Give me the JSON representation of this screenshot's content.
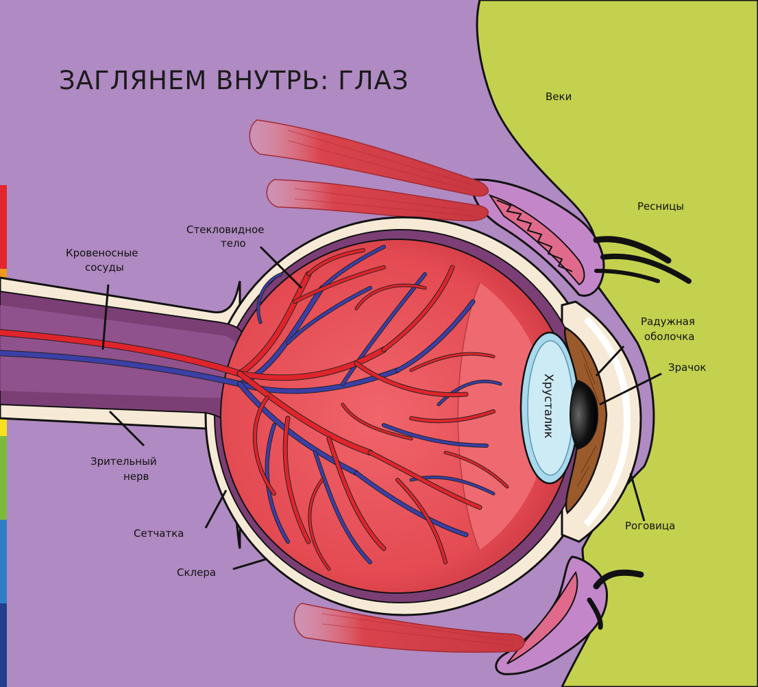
{
  "title": "ЗАГЛЯНЕМ ВНУТРЬ: ГЛАЗ",
  "labels": {
    "eyelids": "Веки",
    "eyelashes": "Ресницы",
    "vitreous_line1": "Стекловидное",
    "vitreous_line2": "тело",
    "vessels_line1": "Кровеносные",
    "vessels_line2": "сосуды",
    "iris_line1": "Радужная",
    "iris_line2": "оболочка",
    "pupil": "Зрачок",
    "lens": "Хрусталик",
    "optic_nerve_line1": "Зрительный",
    "optic_nerve_line2": "нерв",
    "retina": "Сетчатка",
    "sclera": "Склера",
    "cornea": "Роговица"
  },
  "colors": {
    "background": "#b08ac2",
    "face": "#c3d14e",
    "sclera": "#f6ead6",
    "retina": "#7b3f75",
    "vitreous": "#e8525c",
    "artery": "#e0242b",
    "vein": "#3b3fa6",
    "lens": "#a9d9ec",
    "iris": "#9a5a2c",
    "muscle": "#d9434c"
  },
  "rainbow": [
    "#e3262b",
    "#f29a1e",
    "#f7e11f",
    "#7dbb3d",
    "#2f7fc6",
    "#233e8f"
  ]
}
